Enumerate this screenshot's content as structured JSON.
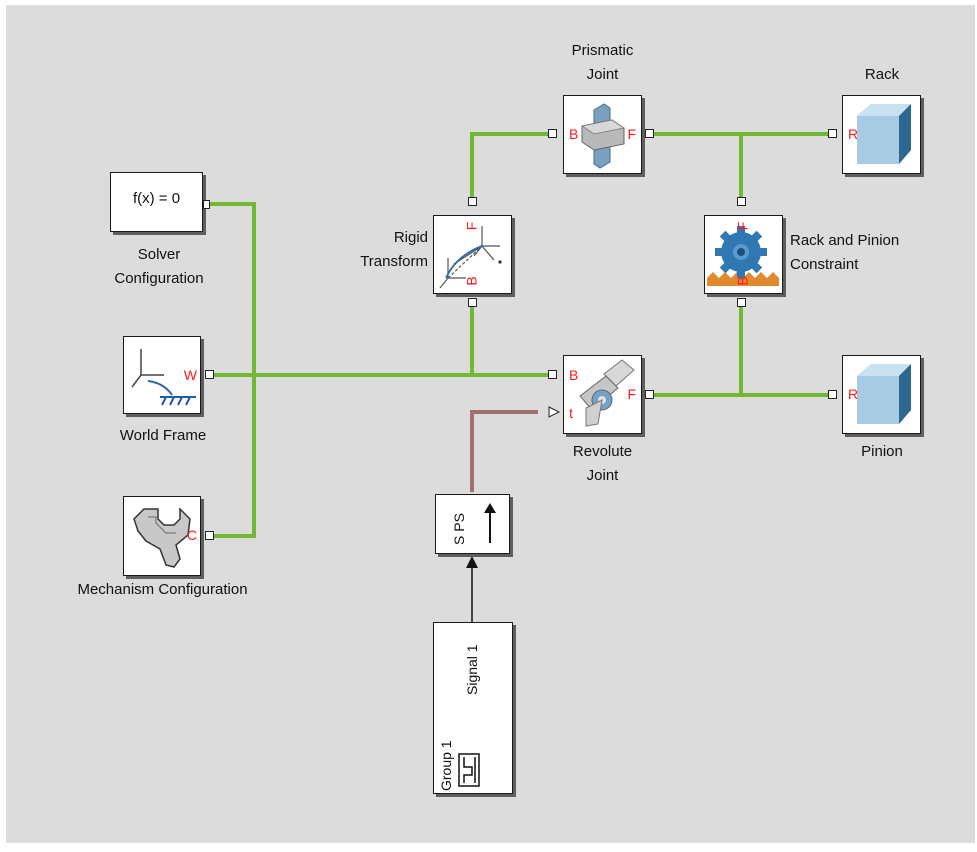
{
  "blocks": {
    "solver": {
      "text": "f(x) = 0",
      "label": [
        "Solver",
        "Configuration"
      ]
    },
    "world": {
      "port": "W",
      "label": "World Frame"
    },
    "mechanism": {
      "port": "C",
      "label": "Mechanism Configuration"
    },
    "rigid": {
      "port_f": "F",
      "port_b": "B",
      "label": [
        "Rigid",
        "Transform"
      ]
    },
    "prismatic": {
      "port_b": "B",
      "port_f": "F",
      "label": [
        "Prismatic",
        "Joint"
      ]
    },
    "rack": {
      "port": "R",
      "label": "Rack"
    },
    "rack_pinion": {
      "port_f": "F",
      "port_b": "B",
      "label": [
        "Rack and Pinion",
        "Constraint"
      ]
    },
    "revolute": {
      "port_b": "B",
      "port_t": "t",
      "port_f": "F",
      "label": [
        "Revolute",
        "Joint"
      ]
    },
    "pinion": {
      "port": "R",
      "label": "Pinion"
    },
    "sps": {
      "text": "S PS"
    },
    "signal_builder": {
      "signal": "Signal 1",
      "group": "Group 1"
    }
  },
  "colors": {
    "physical_connection": "#73b833",
    "physical_signal": "#a07070",
    "port_label": "#ff1a1a",
    "background": "#dcdcdc"
  },
  "icons": [
    "frame-icon",
    "wrench-icon",
    "transform-icon",
    "prismatic-joint-icon",
    "cube-icon",
    "gear-icon",
    "revolute-joint-icon",
    "arrow-up-icon",
    "signal-builder-icon"
  ]
}
